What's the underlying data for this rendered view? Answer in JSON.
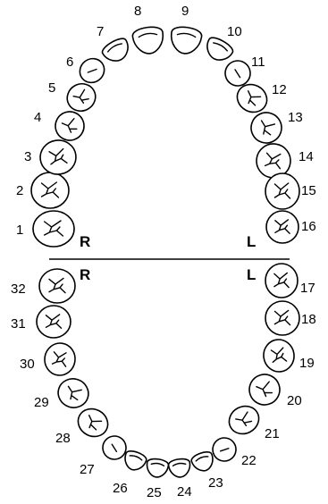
{
  "upper_arch": {
    "teeth": [
      {
        "number": "1",
        "kind": "molar"
      },
      {
        "number": "2",
        "kind": "molar"
      },
      {
        "number": "3",
        "kind": "molar"
      },
      {
        "number": "4",
        "kind": "premolar"
      },
      {
        "number": "5",
        "kind": "premolar"
      },
      {
        "number": "6",
        "kind": "canine"
      },
      {
        "number": "7",
        "kind": "incisor"
      },
      {
        "number": "8",
        "kind": "incisor"
      },
      {
        "number": "9",
        "kind": "incisor"
      },
      {
        "number": "10",
        "kind": "incisor"
      },
      {
        "number": "11",
        "kind": "canine"
      },
      {
        "number": "12",
        "kind": "premolar"
      },
      {
        "number": "13",
        "kind": "premolar"
      },
      {
        "number": "14",
        "kind": "molar"
      },
      {
        "number": "15",
        "kind": "molar"
      },
      {
        "number": "16",
        "kind": "molar"
      }
    ],
    "right_label": "R",
    "left_label": "L"
  },
  "lower_arch": {
    "teeth": [
      {
        "number": "17",
        "kind": "molar"
      },
      {
        "number": "18",
        "kind": "molar"
      },
      {
        "number": "19",
        "kind": "molar"
      },
      {
        "number": "20",
        "kind": "premolar"
      },
      {
        "number": "21",
        "kind": "premolar"
      },
      {
        "number": "22",
        "kind": "canine"
      },
      {
        "number": "23",
        "kind": "incisor"
      },
      {
        "number": "24",
        "kind": "incisor"
      },
      {
        "number": "25",
        "kind": "incisor"
      },
      {
        "number": "26",
        "kind": "incisor"
      },
      {
        "number": "27",
        "kind": "canine"
      },
      {
        "number": "28",
        "kind": "premolar"
      },
      {
        "number": "29",
        "kind": "premolar"
      },
      {
        "number": "30",
        "kind": "molar"
      },
      {
        "number": "31",
        "kind": "molar"
      },
      {
        "number": "32",
        "kind": "molar"
      }
    ],
    "right_label": "R",
    "left_label": "L"
  }
}
